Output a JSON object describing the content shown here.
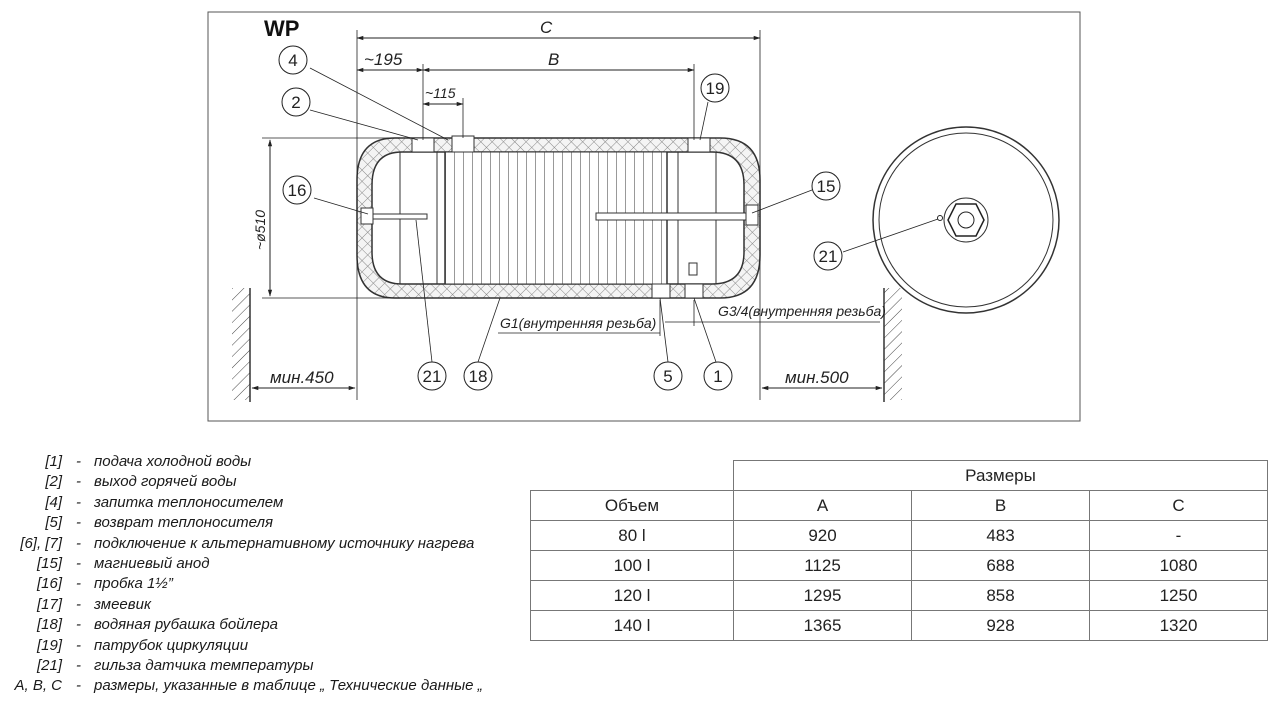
{
  "drawing": {
    "model_label": "WP",
    "dimensions": {
      "C": "C",
      "B": "B",
      "offset_195": "~195",
      "offset_115": "~115",
      "diameter": "~ø510",
      "min_left": "мин.450",
      "min_right": "мин.500",
      "g1": "G1(внутренняя резьба)",
      "g34": "G3/4(внутренняя резьба)"
    },
    "callouts": {
      "c4": "4",
      "c2": "2",
      "c16": "16",
      "c19": "19",
      "c15": "15",
      "c21a": "21",
      "c18": "18",
      "c5": "5",
      "c1": "1",
      "c21b": "21"
    }
  },
  "legend": [
    {
      "code": "[1]",
      "text": "подача холодной воды"
    },
    {
      "code": "[2]",
      "text": "выход горячей воды"
    },
    {
      "code": "[4]",
      "text": "запитка теплоносителем"
    },
    {
      "code": "[5]",
      "text": "возврат теплоносителя"
    },
    {
      "code": "[6], [7]",
      "text": "подключение к альтернативному источнику нагрева"
    },
    {
      "code": "[15]",
      "text": "магниевый анод"
    },
    {
      "code": "[16]",
      "text": "пробка 1½”"
    },
    {
      "code": "[17]",
      "text": "змеевик"
    },
    {
      "code": "[18]",
      "text": "водяная рубашка бойлера"
    },
    {
      "code": "[19]",
      "text": "патрубок циркуляции"
    },
    {
      "code": "[21]",
      "text": "гильза датчика температуры"
    },
    {
      "code": "A, B, C",
      "text": "размеры, указанные в таблице „ Технические данные „"
    }
  ],
  "legend_dash": "-",
  "table": {
    "group_header": "Размеры",
    "headers": [
      "Объем",
      "A",
      "B",
      "C"
    ],
    "rows": [
      [
        "80 l",
        "920",
        "483",
        "-"
      ],
      [
        "100 l",
        "1125",
        "688",
        "1080"
      ],
      [
        "120 l",
        "1295",
        "858",
        "1250"
      ],
      [
        "140 l",
        "1365",
        "928",
        "1320"
      ]
    ]
  }
}
